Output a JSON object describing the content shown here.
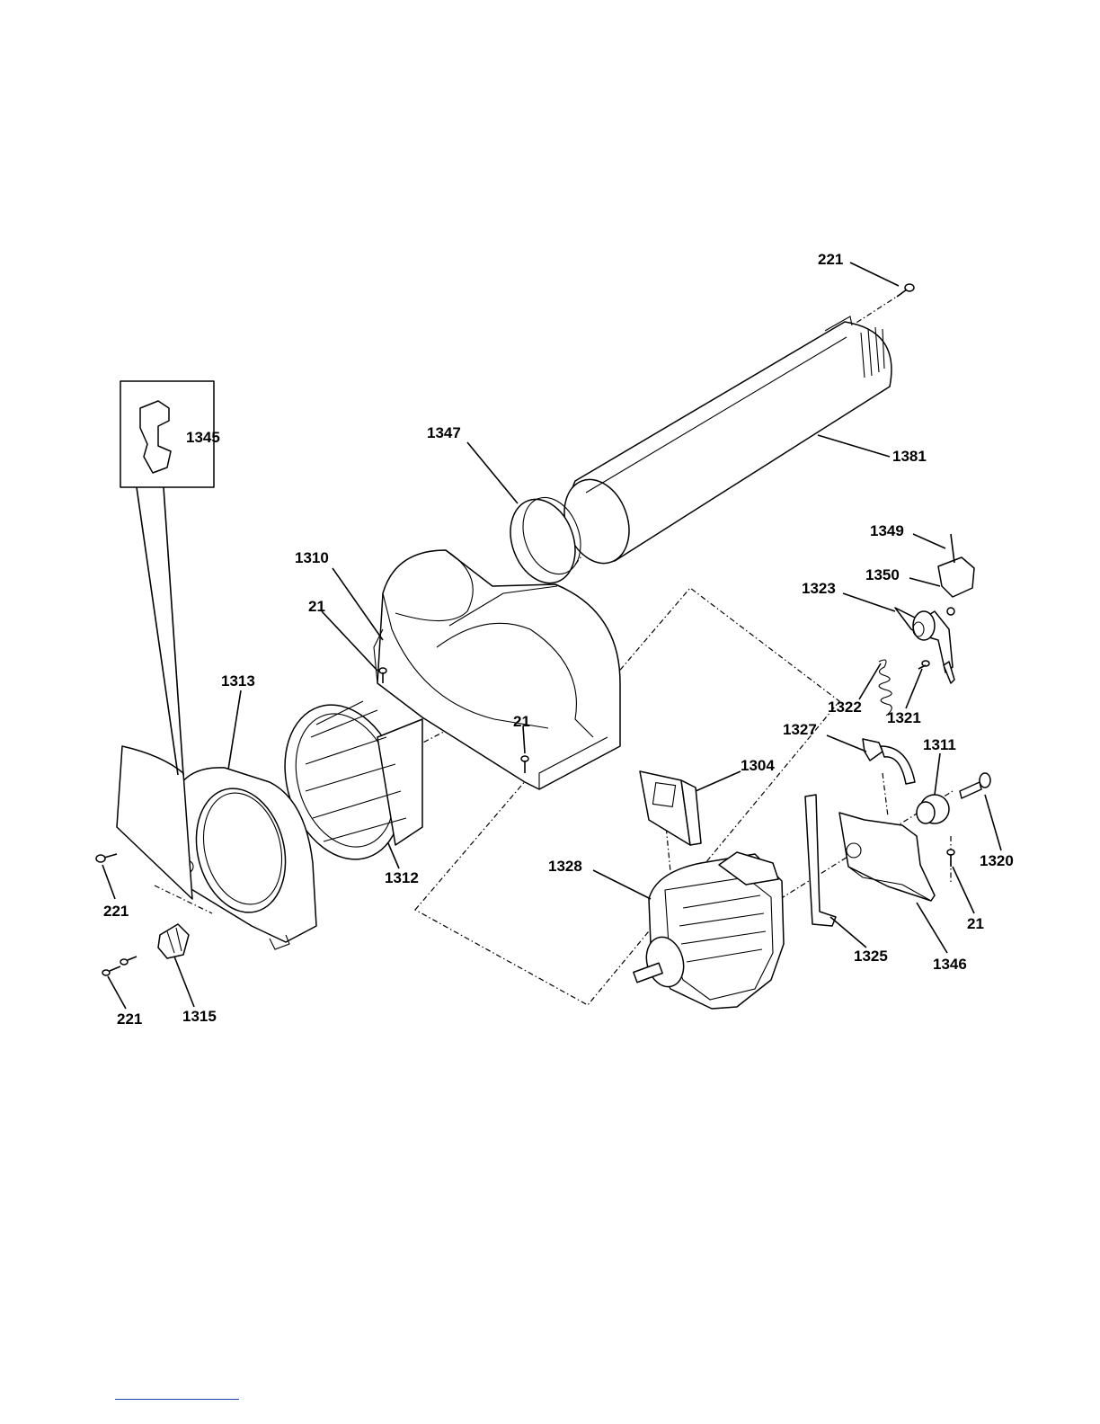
{
  "diagram": {
    "labels": {
      "p221_top": "221",
      "p1345": "1345",
      "p1347": "1347",
      "p1381": "1381",
      "p1349": "1349",
      "p1350": "1350",
      "p1310": "1310",
      "p1323": "1323",
      "p21_a": "21",
      "p1313": "1313",
      "p1322": "1322",
      "p1321": "1321",
      "p21_b": "21",
      "p1327": "1327",
      "p1311": "1311",
      "p1304": "1304",
      "p1320": "1320",
      "p1312": "1312",
      "p1328": "1328",
      "p221_left": "221",
      "p21_c": "21",
      "p1325": "1325",
      "p1346": "1346",
      "p221_bottom": "221",
      "p1315": "1315"
    }
  }
}
